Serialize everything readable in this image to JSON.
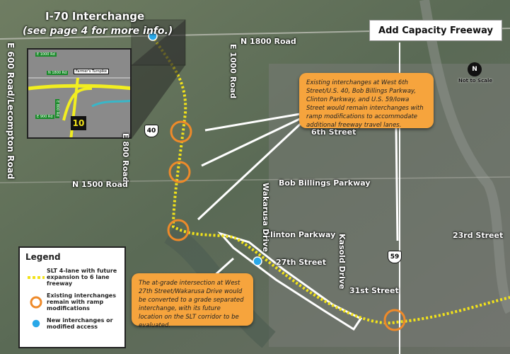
{
  "title": "Add Capacity Freeway",
  "inset": {
    "title": "I-70 Interchange",
    "subtitle": "(see page 4 for more info.)",
    "labels": [
      "E 1000 Rd",
      "N 1800 Rd",
      "Farmer's Turnpike",
      "E 900 Rd",
      "E 800 Rd"
    ],
    "route_shield": "10"
  },
  "north_arrow": {
    "letter": "N",
    "note": "Not to Scale"
  },
  "roads": {
    "n1800": "N 1800 Road",
    "e1000": "E 1000 Road",
    "e600": "E 600 Road/Lecompton Road",
    "e800": "E 800 Road",
    "n1500": "N 1500 Road",
    "sixth": "6th Street",
    "bob": "Bob Billings Parkway",
    "clinton": "Clinton Parkway",
    "wakarusa": "Wakarusa Drive",
    "kasold": "Kasold Drive",
    "twentyseventh": "27th Street",
    "thirtyfirst": "31st Street",
    "twentythird": "23rd Street",
    "us40": "40",
    "us59": "59"
  },
  "callouts": {
    "interchanges": "Existing interchanges at West 6th Street/U.S. 40, Bob Billings Parkway, Clinton Parkway, and U.S. 59/Iowa Street would remain interchanges with ramp modifications to accommodate additional freeway travel lanes.",
    "at_grade": "The at-grade intersection at West 27th Street/Wakarusa Drive would be converted to a grade separated interchange, with its future location on the SLT corridor to be evaluated."
  },
  "legend": {
    "title": "Legend",
    "items": [
      {
        "icon": "yellow-dotted-line",
        "label": "SLT 4-lane with future expansion to 6 lane freeway"
      },
      {
        "icon": "orange-ring",
        "label": "Existing interchanges remain with ramp modifications"
      },
      {
        "icon": "blue-dot",
        "label": "New interchanges or modified access"
      }
    ]
  },
  "colors": {
    "corridor": "#f2e21a",
    "interchange": "#ee8a2a",
    "new_access": "#29a8e8",
    "callout": "#f6a43d"
  }
}
